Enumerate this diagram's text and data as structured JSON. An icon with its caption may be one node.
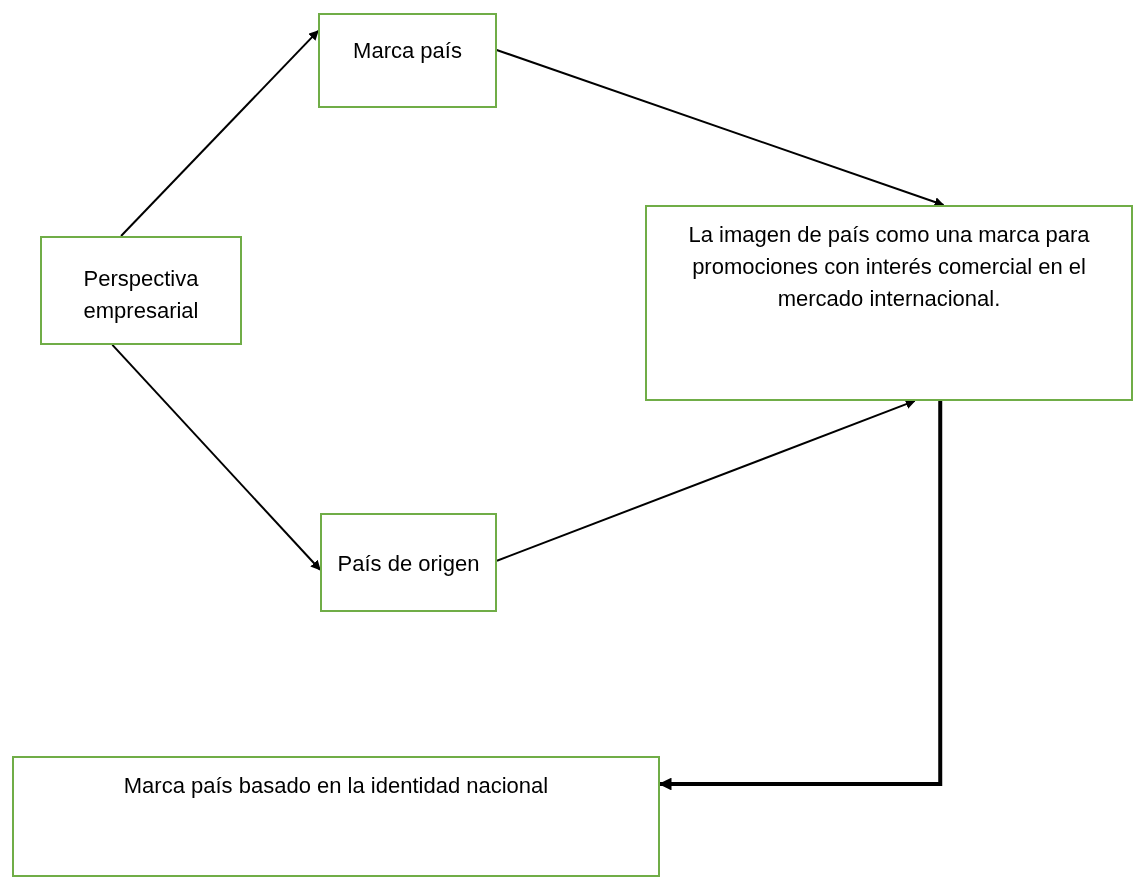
{
  "diagram": {
    "nodes": [
      {
        "text": [
          "Perspectiva empresarial"
        ]
      },
      {
        "text": [
          "Marca país"
        ]
      },
      {
        "text": [
          "País de origen"
        ]
      },
      {
        "text": [
          "La imagen de país como una marca para promociones con interés comercial en el mercado internacional."
        ]
      },
      {
        "text": [
          "Marca país basado en la identidad nacional"
        ]
      }
    ],
    "edges": [
      {
        "from": 0,
        "to": 1,
        "arrow": "to"
      },
      {
        "from": 1,
        "to": 3,
        "arrow": "to"
      },
      {
        "from": 0,
        "to": 2,
        "arrow": "to"
      },
      {
        "from": 2,
        "to": 3,
        "arrow": "to"
      },
      {
        "from": 3,
        "to": 4,
        "arrow": "to",
        "style": "thick"
      }
    ]
  }
}
